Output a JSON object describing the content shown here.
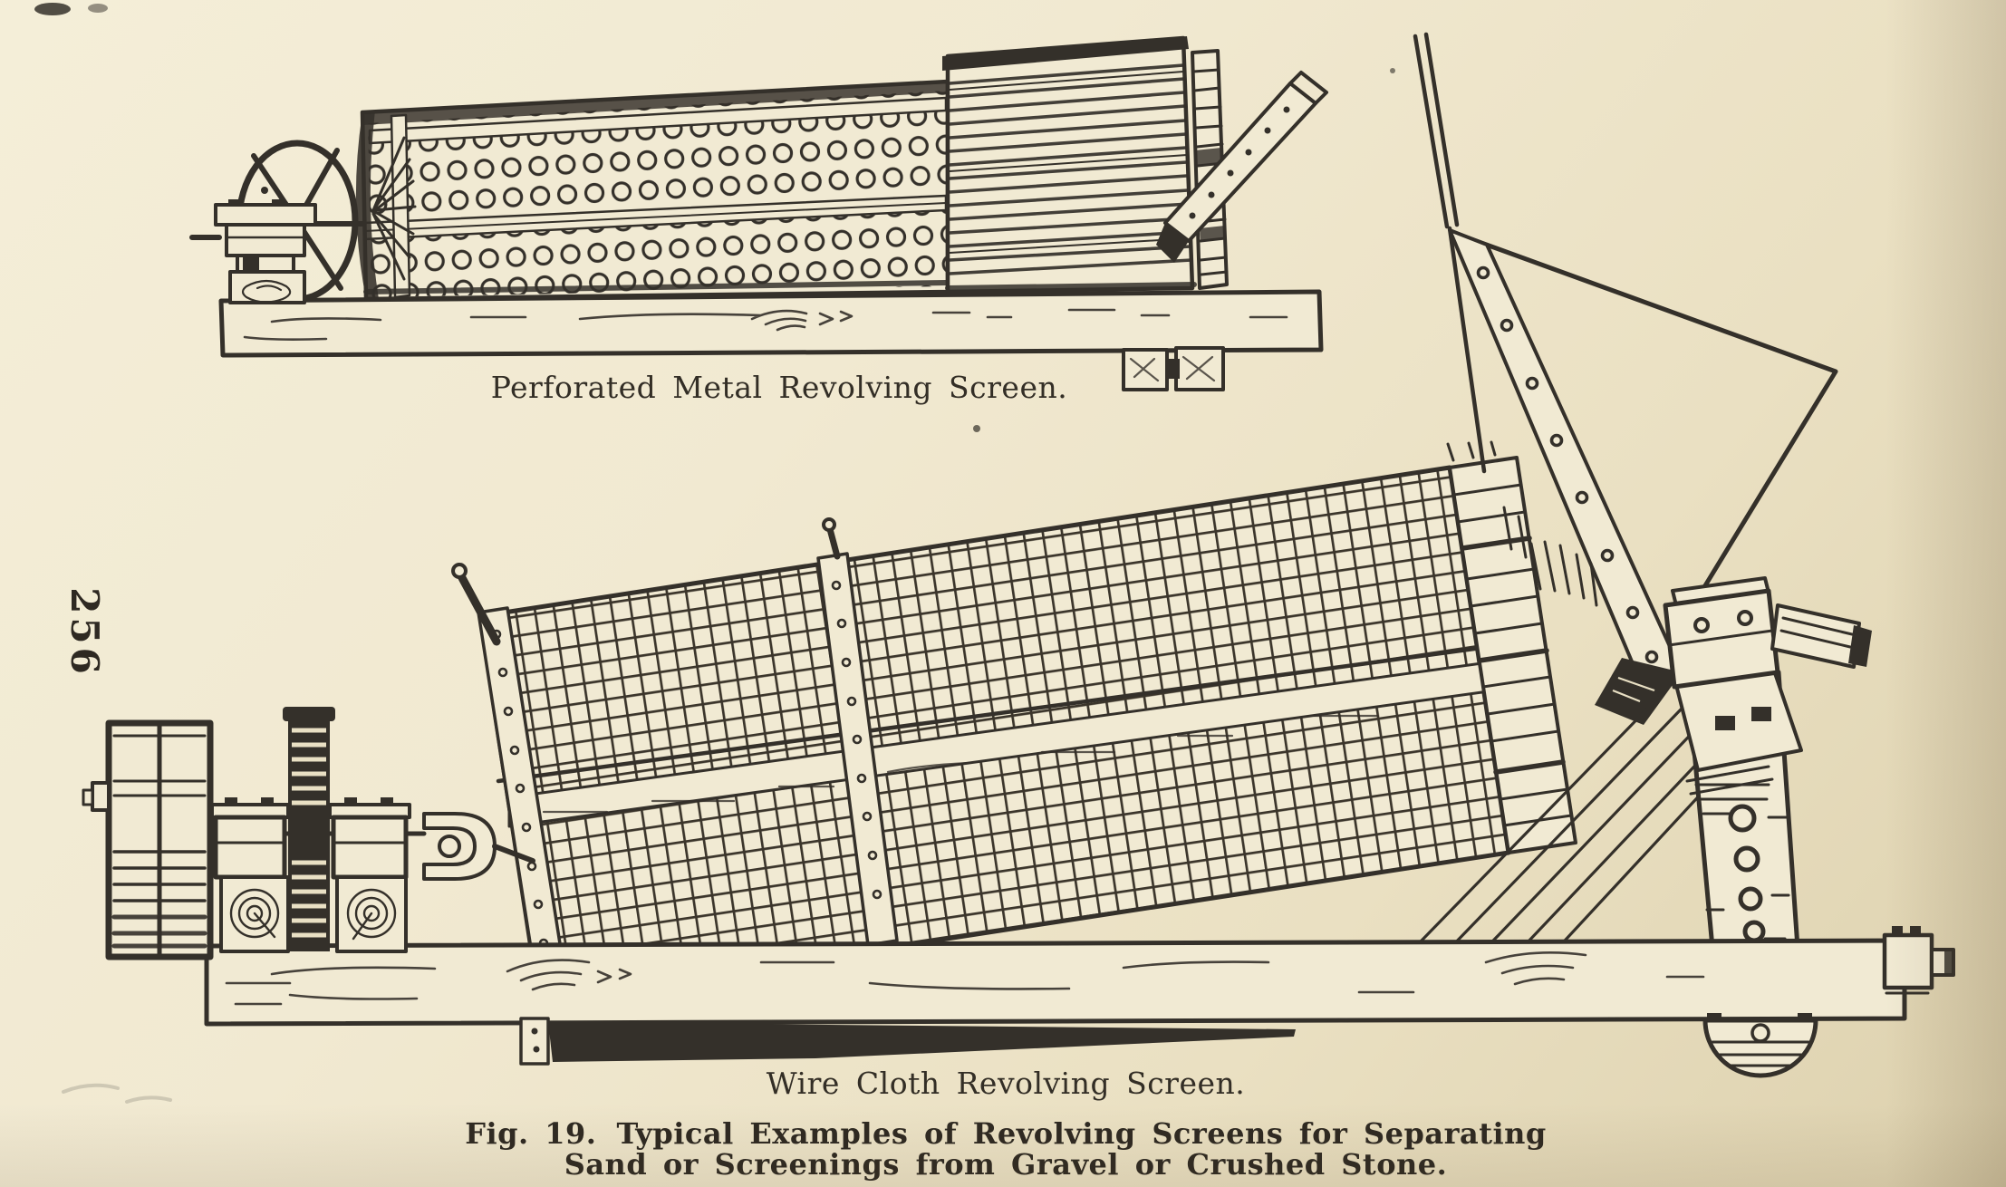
{
  "page": {
    "number": "256"
  },
  "figure": {
    "illustrations": [
      {
        "name": "perforated-metal-revolving-screen",
        "caption": "Perforated Metal Revolving Screen."
      },
      {
        "name": "wire-cloth-revolving-screen",
        "caption": "Wire Cloth Revolving Screen."
      }
    ],
    "fig_label": "Fig. 19.",
    "fig_title_line1": "Typical Examples of Revolving Screens for Separating",
    "fig_title_line2": "Sand or Screenings from Gravel or Crushed Stone."
  },
  "colors": {
    "paper": "#efe7cd",
    "ink": "#34302a"
  }
}
